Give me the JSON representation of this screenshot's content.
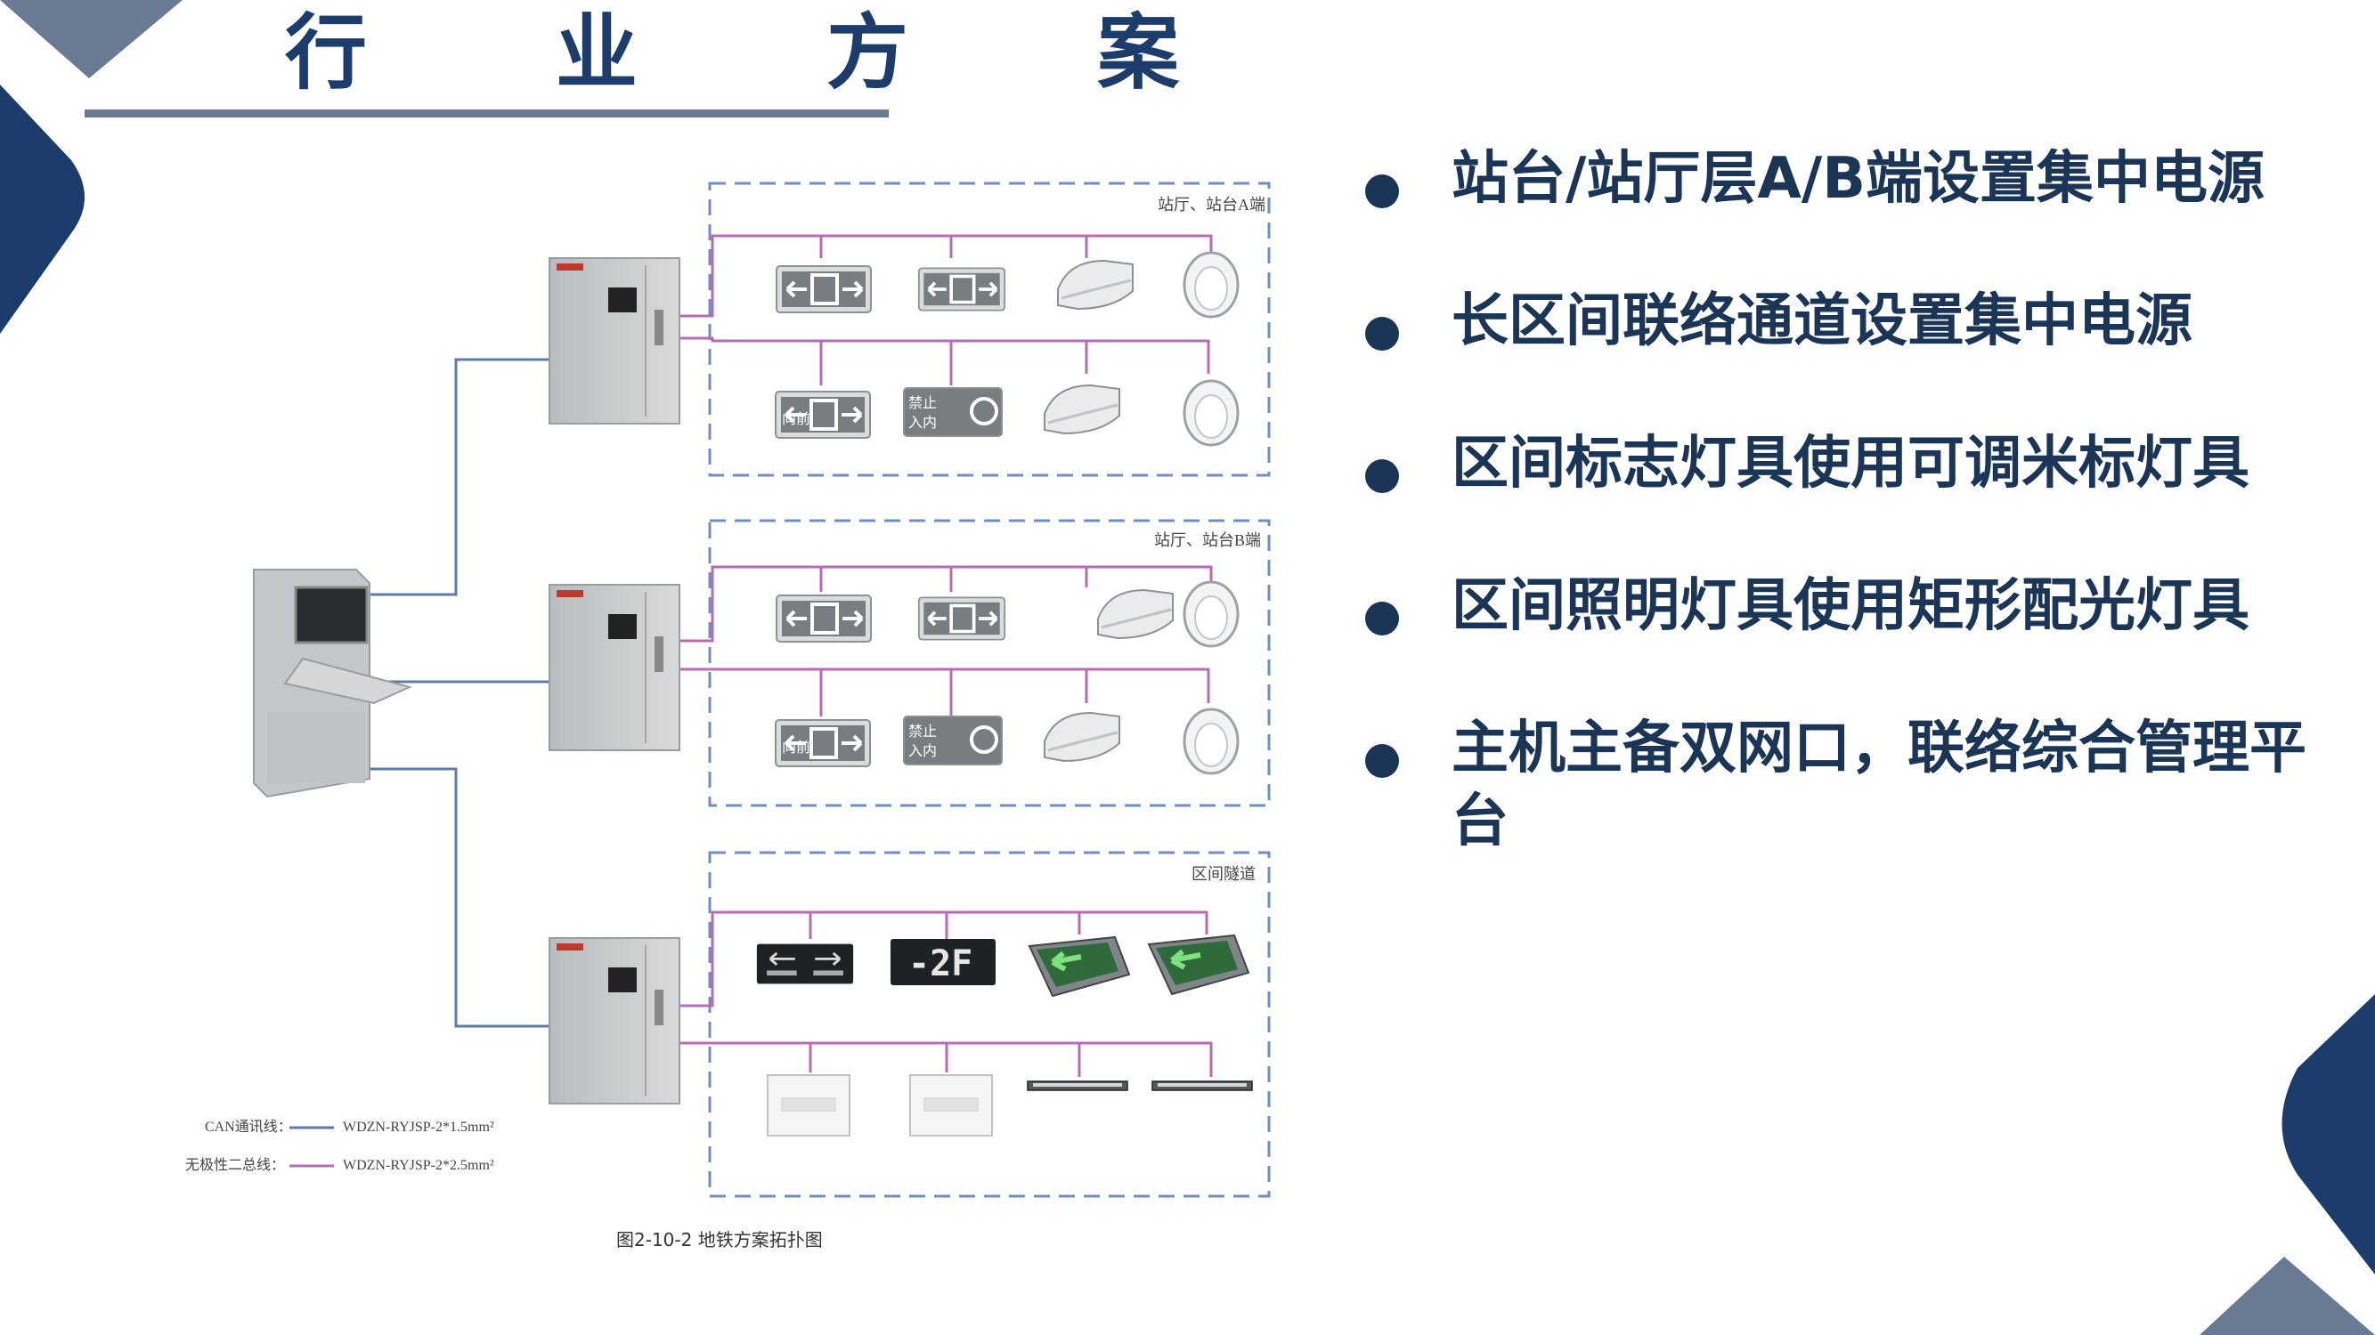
{
  "slide": {
    "title": "行 业 方 案",
    "colors": {
      "accent": "#1b3557",
      "rule": "#6b7a93",
      "can_line": "#5c7ea6",
      "bus_line": "#b86bb4",
      "frame": "#6f8fc4",
      "cabinet": "#c9cbcc"
    }
  },
  "bullets": [
    {
      "text": "站台/站厅层A/B端设置集中电源"
    },
    {
      "text": "长区间联络通道设置集中电源"
    },
    {
      "text": "区间标志灯具使用可调米标灯具"
    },
    {
      "text": "区间照明灯具使用矩形配光灯具"
    },
    {
      "text": "主机主备双网口，联络综合管理平台"
    }
  ],
  "diagram": {
    "caption": "图2-10-2 地铁方案拓扑图",
    "zones": [
      {
        "label": "站厅、站台A端"
      },
      {
        "label": "站厅、站台B端"
      },
      {
        "label": "区间隧道"
      }
    ],
    "legend": [
      {
        "label": "CAN通讯线：",
        "spec": "WDZN-RYJSP-2*1.5mm²"
      },
      {
        "label": "无极性二总线：",
        "spec": "WDZN-RYJSP-2*2.5mm²"
      }
    ],
    "signs": {
      "sign_a": "向前",
      "no_entry_top": "禁止",
      "no_entry_bottom": "入内",
      "floor": "-2F"
    },
    "icons": [
      "host-console-icon",
      "power-cabinet-icon",
      "exit-sign-icon",
      "ceiling-lamp-icon",
      "downlight-icon",
      "no-entry-sign-icon",
      "tunnel-sign-icon",
      "floor-sign-icon",
      "arrow-sign-icon",
      "panel-light-icon",
      "linear-light-icon"
    ]
  }
}
